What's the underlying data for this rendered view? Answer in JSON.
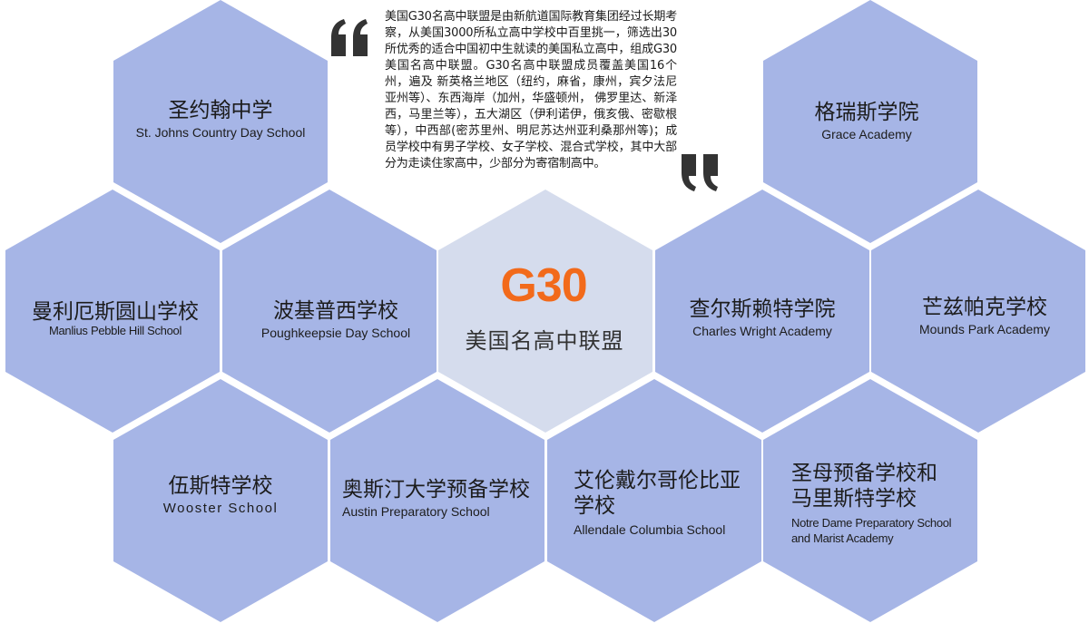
{
  "intro": {
    "paragraph": "美国G30名高中联盟是由新航道国际教育集团经过长期考察，从美国3000所私立高中学校中百里挑一，筛选出30所优秀的适合中国初中生就读的美国私立高中，组成G30美国名高中联盟。G30名高中联盟成员覆盖美国16个州，遍及 新英格兰地区（纽约，麻省，康州，宾夕法尼亚州等）、东西海岸（加州，华盛顿州， 佛罗里达、新泽西，马里兰等），五大湖区（伊利诺伊，俄亥俄、密歇根等），中西部(密苏里州、明尼苏达州亚利桑那州等)；成员学校中有男子学校、女子学校、混合式学校，其中大部分为走读住家高中，少部分为寄宿制高中。",
    "open_quote_icon": "open-quote",
    "close_quote_icon": "close-quote"
  },
  "center": {
    "logo": "G30",
    "subtitle": "美国名高中联盟",
    "logo_color": "#f26a1b"
  },
  "colors": {
    "hex_fill": "#a6b5e6",
    "center_fill": "#d5dced",
    "quote_color": "#333333"
  },
  "schools": [
    {
      "cn": "圣约翰中学",
      "en": "St. Johns Country Day School"
    },
    {
      "cn": "格瑞斯学院",
      "en": "Grace Academy"
    },
    {
      "cn": "曼利厄斯圆山学校",
      "en": "Manlius Pebble Hill School"
    },
    {
      "cn": "波基普西学校",
      "en": "Poughkeepsie Day School"
    },
    {
      "cn": "查尔斯赖特学院",
      "en": "Charles Wright Academy"
    },
    {
      "cn": "芒兹帕克学校",
      "en": "Mounds Park Academy"
    },
    {
      "cn": "伍斯特学校",
      "en": "Wooster School"
    },
    {
      "cn": "奥斯汀大学预备学校",
      "en": "Austin Preparatory School"
    },
    {
      "cn_line1": "艾伦戴尔哥伦比亚",
      "cn_line2": "学校",
      "en": "Allendale Columbia School"
    },
    {
      "cn_line1": "圣母预备学校和",
      "cn_line2": "马里斯特学校",
      "en_line1": "Notre Dame Preparatory School",
      "en_line2": "and Marist Academy"
    }
  ]
}
